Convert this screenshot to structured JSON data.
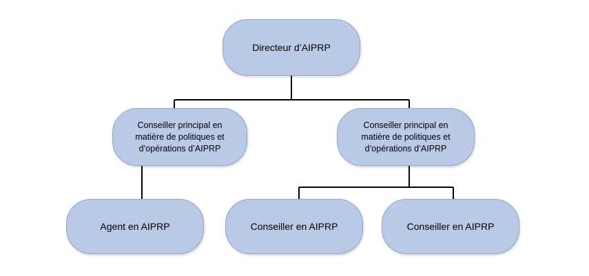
{
  "org_chart": {
    "director": "Directeur d’AIPRP",
    "senior_left": "Conseiller principal en\nmatière de politiques et\nd’opérations d’AIPRP",
    "senior_right": "Conseiller principal en\nmatière de politiques et\nd’opérations d’AIPRP",
    "agent": "Agent en AIPRP",
    "advisor_1": "Conseiller en AIPRP",
    "advisor_2": "Conseiller en AIPRP"
  },
  "colors": {
    "node_fill": "#b9c9e6",
    "node_border": "#8fa6cf",
    "connector": "#000000"
  }
}
